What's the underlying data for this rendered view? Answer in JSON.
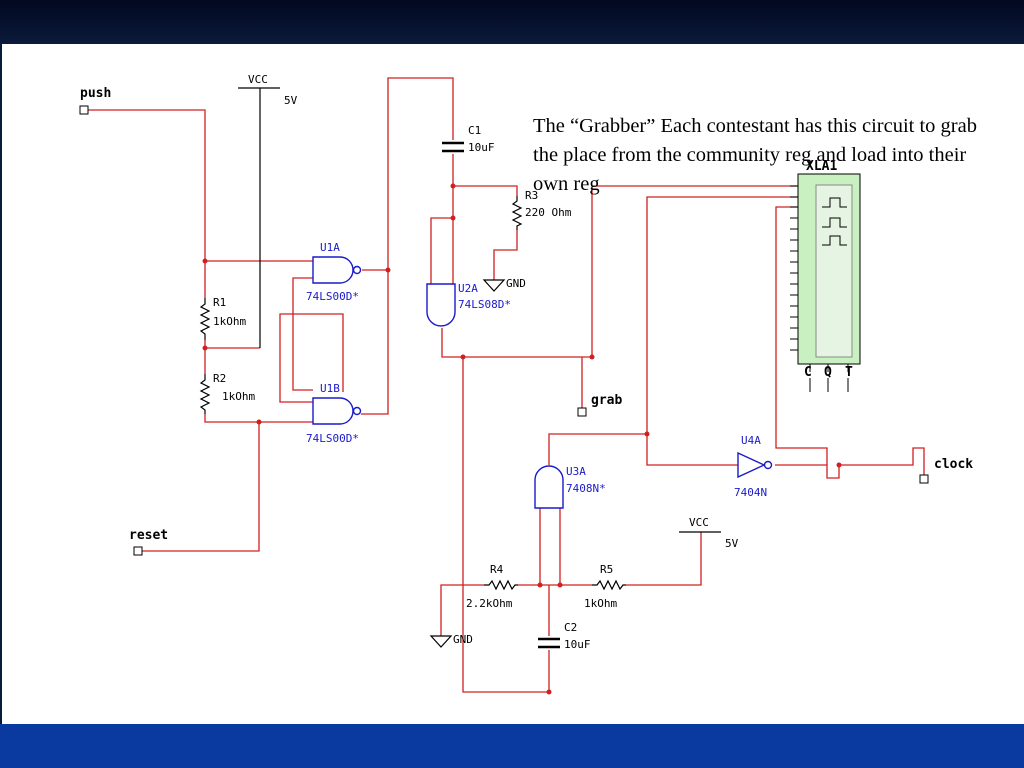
{
  "caption": "The “Grabber” Each contestant has this circuit to grab the place from the community reg and load into their own reg",
  "labels": {
    "push": "push",
    "reset": "reset",
    "grab": "grab",
    "clock": "clock",
    "vcc1": "VCC",
    "vcc1_v": "5V",
    "vcc2": "VCC",
    "vcc2_v": "5V",
    "gnd1": "GND",
    "gnd2": "GND",
    "r1": "R1",
    "r1_v": "1kOhm",
    "r2": "R2",
    "r2_v": "1kOhm",
    "r3": "R3",
    "r3_v": "220 Ohm",
    "r4": "R4",
    "r4_v": "2.2kOhm",
    "r5": "R5",
    "r5_v": "1kOhm",
    "c1": "C1",
    "c1_v": "10uF",
    "c2": "C2",
    "c2_v": "10uF",
    "u1a": "U1A",
    "u1a_part": "74LS00D*",
    "u1b": "U1B",
    "u1b_part": "74LS00D*",
    "u2a": "U2A",
    "u2a_part": "74LS08D*",
    "u3a": "U3A",
    "u3a_part": "7408N*",
    "u4a": "U4A",
    "u4a_part": "7404N",
    "xla": "XLA1",
    "xla_c": "C",
    "xla_q": "Q",
    "xla_t": "T"
  },
  "colors": {
    "wire": "#d02020",
    "gate": "#1a1acc",
    "analyzer_fill": "#c8f0c0",
    "top_bar": "#020820",
    "bottom_bar": "#0a3aa0"
  }
}
